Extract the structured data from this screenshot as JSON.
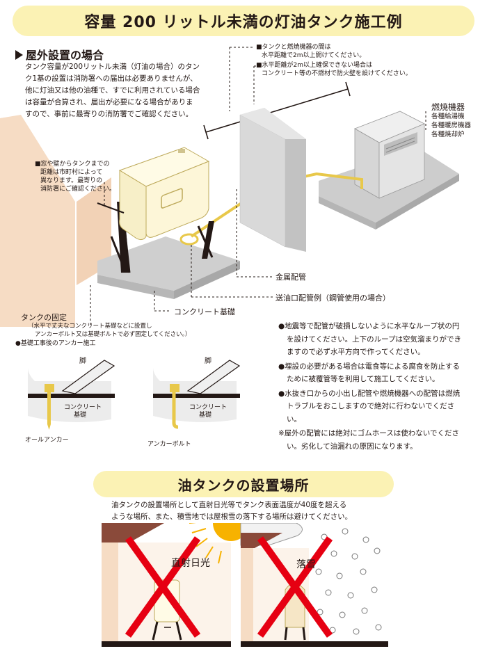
{
  "title": "容量 200 リットル未満の灯油タンク施工例",
  "outdoor": {
    "heading": "屋外設置の場合",
    "intro": "タンク容量が200リットル未満（灯油の場合）のタンク1基の設置は消防署への届出は必要ありませんが、他に灯油又は他の油種で、すでに利用されている場合は容量が合算され、届出が必要になる場合がありますので、事前に最寄りの消防署でご確認ください。",
    "note_distance": [
      "■タンクと燃焼機器の間は",
      "水平距離で2m以上開けてください。"
    ],
    "note_wall": [
      "■水平距離が2m以上確保できない場合は",
      "コンクリート等の不燃材で防火壁を設けてください。"
    ],
    "note_window": [
      "■窓や壁からタンクまでの",
      "距離は市町村によって",
      "異なります。最寄りの",
      "消防署にご確認ください。"
    ],
    "appliance_title": "燃焼機器",
    "appliance_items": [
      "各種給湯機",
      "各種暖房機器",
      "各種焼却炉"
    ],
    "label_metal_pipe": "金属配管",
    "label_oil_pipe": "送油口配管例（鋼管使用の場合）",
    "label_concrete": "コンクリート基礎"
  },
  "fixing": {
    "heading": "タンクの固定",
    "desc": [
      "（水平で丈夫なコンクリート基礎などに設置し",
      "アンカーボルト又は基礎ボルトで必ず固定してください。）"
    ],
    "anchor_bullet": "●基礎工事後のアンカー施工",
    "leg_label": "脚",
    "concrete_label": [
      "コンクリート",
      "基礎"
    ],
    "anchor_all": "オールアンカー",
    "anchor_bolt": "アンカーボルト"
  },
  "cautions": [
    "●地震等で配管が破損しないように水平なループ状の円を設けてください。上下のループは空気溜まりができますので必ず水平方向で作ってください。",
    "●埋設の必要がある場合は電食等による腐食を防止するために被覆管等を利用して施工してください。",
    "●水抜き口からの小出し配管や燃焼機器への配管は燃焼トラブルをおこしますので絶対に行わないでください。",
    "※屋外の配管には絶対にゴムホースは使わないでください。劣化して油漏れの原因になります。"
  ],
  "placement": {
    "heading": "油タンクの設置場所",
    "desc": [
      "油タンクの設置場所として直射日光等でタンク表面温度が40度を超える",
      "ような場所、また、積雪地では屋根雪の落下する場所は避けてください。"
    ],
    "sun_label": "直射日光",
    "snow_label": "落雪"
  },
  "colors": {
    "banner": "#fbf2b4",
    "wall": "#f6dcc4",
    "concrete": "#cfcfcf",
    "pipe": "#e8c84a",
    "cross": "#e60012",
    "roof": "#8a4a3a"
  }
}
